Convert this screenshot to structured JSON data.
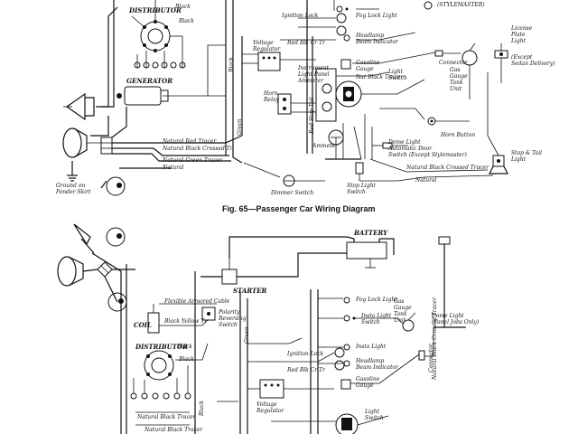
{
  "caption": "Fig. 65—Passenger Car Wiring Diagram",
  "top_diagram": {
    "distributor": "DISTRIBUTOR",
    "black_small": "Black",
    "black_small2": "Black",
    "ignition_lock": "Ignition Lock",
    "fog_lock_light": "Fog Lock Light",
    "stylemaster": "(STYLEMASTER)",
    "voltage_regulator": "Voltage\nRegulator",
    "red_black_cr": "Red Blk Cr Tr",
    "headlamp_beam_indicator": "Headlamp\nBeam Indicator",
    "gasoline_gauge": "Gasoline\nGauge",
    "nat_black_tracer": "Nat Black Tracer",
    "generator": "GENERATOR",
    "instrument_light_panel": "Instrument\nLight Panel\nAmmeter",
    "light_switch": "Light\nSwitch",
    "gas_gauge_tank_unit": "Gas\nGauge\nTank\nUnit",
    "horn_relay": "Horn\nRelay",
    "connector": "Connector",
    "license_plate_light": "License\nPlate\nLight",
    "license_sub": "(Except\nSedan Delivery)",
    "horn_button": "Horn Button",
    "dome_light": "Dome Light",
    "dome_light_sub": "Automatic Door\nSwitch (Except Stylemaster)",
    "ammeter": "Ammeter",
    "natural_red_tracer": "Natural Red Tracer",
    "natural_black_crossed_tracer": "Natural Black Crossed Tr",
    "natural_green_tracer": "Natural Green Tracer",
    "natural": "Natural",
    "natural_black_crossed_tracer_2": "Natural Black Crossed Tracer",
    "natural_bottom": "Natural",
    "ground_fender": "Ground on\nFender Skirt",
    "dimmer_switch": "Dimmer Switch",
    "stop_light_switch": "Stop Light\nSwitch",
    "stop_tail_light": "Stop & Tail\nLight",
    "black_vertical": "Black",
    "green_vertical": "Green",
    "rear_stop_tail": "Red Stop Tail"
  },
  "bottom_diagram": {
    "battery": "BATTERY",
    "starter": "STARTER",
    "flexible_armored_cable": "Flexible Armored Cable",
    "coil": "COIL",
    "polarity_reversing_switch": "Polarity\nReversing\nSwitch",
    "black_yellow_tracer": "Black Yellow Tr",
    "distributor": "DISTRIBUTOR",
    "black": "Black",
    "black2": "Black",
    "fog_lock_light": "Fog Lock Light",
    "instr_light_switch": "Insta Light\nSwitch",
    "gas_gauge_tank_unit": "Gas\nGauge\nTank\nUnit",
    "dome_light": "Dome Light",
    "dome_light_sub": "(Panel Jobs Only)",
    "insta_light": "Insta Light",
    "headlamp_beam_indicator": "Headlamp\nBeam Indicator",
    "gasoline_gauge": "Gasoline\nGauge",
    "connector": "Connector",
    "ignition_lock": "Ignition Lock",
    "red_blk_cr": "Red Blk Cr Tr",
    "voltage_regulator": "Voltage\nRegulator",
    "natural_black_tracer": "Natural Black Tracer",
    "natural_black_tracer_2": "Natural Black Tracer",
    "light_switch": "Light\nSwitch",
    "natural_black_crossed_tracer": "Natural Black Crossed Tracer",
    "green_vertical": "Green",
    "black_vertical": "Black"
  }
}
